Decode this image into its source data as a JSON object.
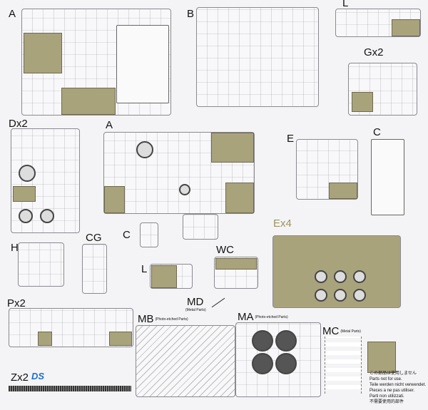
{
  "sprues": [
    {
      "id": "A",
      "label": "A"
    },
    {
      "id": "B",
      "label": "B"
    },
    {
      "id": "L",
      "label": "L"
    },
    {
      "id": "G",
      "label": "Gx2"
    },
    {
      "id": "D",
      "label": "Dx2"
    },
    {
      "id": "A2",
      "label": "A"
    },
    {
      "id": "E",
      "label": "E"
    },
    {
      "id": "C",
      "label": "C"
    },
    {
      "id": "C2",
      "label": "C"
    },
    {
      "id": "Ex4",
      "label": "Ex4"
    },
    {
      "id": "H",
      "label": "H"
    },
    {
      "id": "CG",
      "label": "CG"
    },
    {
      "id": "WC",
      "label": "WC"
    },
    {
      "id": "L2",
      "label": "L"
    },
    {
      "id": "P",
      "label": "Px2"
    },
    {
      "id": "Z",
      "label": "Zx2"
    }
  ],
  "metal": {
    "md": {
      "label": "MD",
      "sub": "(Metal Parts)"
    },
    "mb": {
      "label": "MB",
      "sub": "(Photo-etched Parts)"
    },
    "ma": {
      "label": "MA",
      "sub": "(Photo-etched Parts)"
    },
    "mc": {
      "label": "MC",
      "sub": "(Metal Parts)"
    }
  },
  "logo": "DS",
  "legend": [
    "この部品は使用しません",
    "Parts not for use.",
    "Teile werden nicht verwendet.",
    "Pieces a ne pas utiliser.",
    "Parti non utilizzati.",
    "不需要使用的部件"
  ],
  "colors": {
    "unused": "#a9a37c",
    "logo": "#1c6fd0"
  }
}
